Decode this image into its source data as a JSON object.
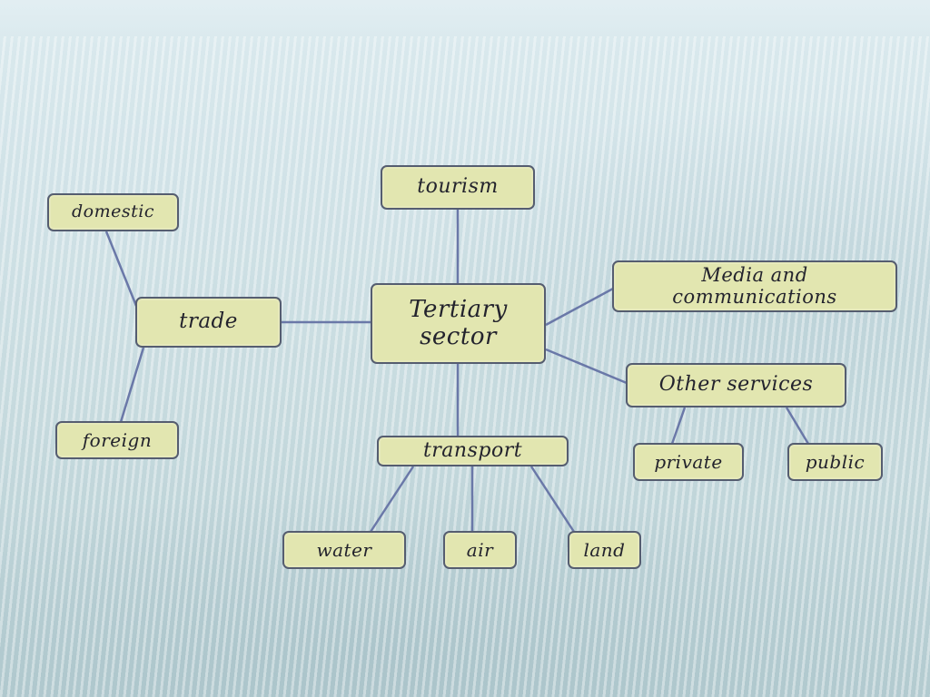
{
  "diagram": {
    "center": "Tertiary sector",
    "nodes": {
      "tourism": "tourism",
      "domestic": "domestic",
      "trade": "trade",
      "foreign": "foreign",
      "media": "Media and communications",
      "other_services": "Other services",
      "private": "private",
      "public": "public",
      "transport": "transport",
      "water": "water",
      "air": "air",
      "land": "land"
    }
  },
  "colors": {
    "node_fill": "#e2e6b0",
    "node_border": "#555d70",
    "connector": "#6a78a8"
  }
}
